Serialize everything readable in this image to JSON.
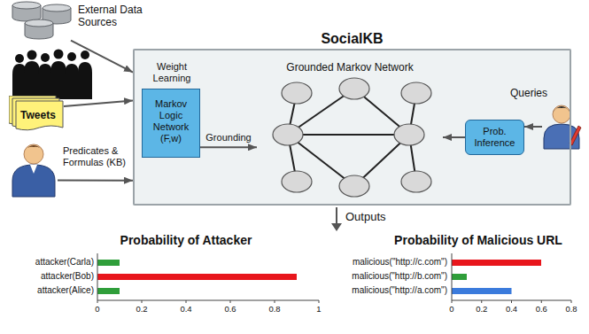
{
  "diagram": {
    "nodes": [
      {
        "text": [
          "External Data Sources"
        ]
      },
      {
        "text": [
          "Tweets"
        ]
      },
      {
        "text": [
          "Predicates & Formulas (KB)"
        ]
      },
      {
        "text": [
          "SocialKB"
        ]
      },
      {
        "text": [
          "Weight Learning",
          "Markov Logic Network (F,w)"
        ],
        "in": 3
      },
      {
        "text": [
          "Grounded Markov Network"
        ],
        "in": 3
      },
      {
        "text": [
          "Prob. Inference"
        ],
        "in": 3
      },
      {
        "text": [
          "Queries"
        ]
      }
    ],
    "edges": [
      {
        "from": 0,
        "to": 3,
        "arrow": "to"
      },
      {
        "from": 1,
        "to": 3,
        "arrow": "to"
      },
      {
        "from": 2,
        "to": 3,
        "arrow": "to"
      },
      {
        "from": 4,
        "to": 5,
        "label": "Grounding",
        "arrow": "to"
      },
      {
        "from": 6,
        "to": 5,
        "arrow": "to"
      },
      {
        "from": 7,
        "to": 6,
        "arrow": "to"
      }
    ],
    "labels": [
      "Outputs",
      "Probability of Attacker",
      "attacker(Carla)",
      "attacker(Bob)",
      "attacker(Alice)",
      "0",
      "0.2",
      "0.4",
      "0.6",
      "0.8",
      "1",
      "Probability of Malicious URL",
      "malicious(\"http://c.com\")",
      "malicious(\"http://b.com\")",
      "malicious(\"http://a.com\")",
      "0",
      "0.2",
      "0.4",
      "0.6",
      "0.8"
    ]
  }
}
